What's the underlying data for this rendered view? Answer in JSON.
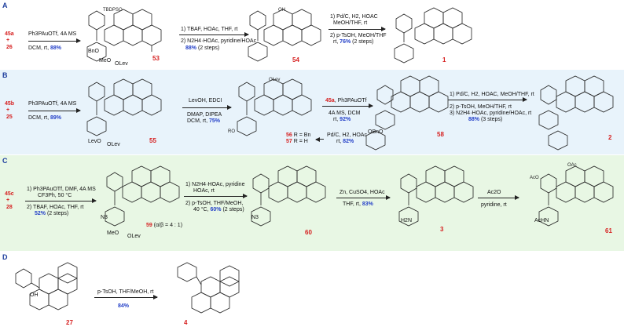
{
  "panels": [
    {
      "letter": "A",
      "bg": "#ffffff"
    },
    {
      "letter": "B",
      "bg": "#e8f3fb"
    },
    {
      "letter": "C",
      "bg": "#e8f7e4"
    },
    {
      "letter": "D",
      "bg": "#ffffff"
    }
  ],
  "A": {
    "start": "45a",
    "plus": "+",
    "start2": "26",
    "cond1_line1": "Ph3PAuOTf, 4A MS",
    "cond1_line2_pre": "DCM, rt, ",
    "cond1_yield": "88%",
    "cpd53": "53",
    "tbdpso": "TBDPSO",
    "step2_l1": "1) TBAF, HOAc, THF, rt",
    "step2_l2": "2) N2H4·HOAc, pyridine/HOAc",
    "step2_yield": "88%",
    "step2_tail": " (2 steps)",
    "cpd54": "54",
    "step3_l1": "1) Pd/C, H2, HOAC",
    "step3_l2": "MeOH/THF, rt",
    "step3_l3": "2) p-TsOH, MeOH/THF",
    "step3_l4_pre": "rt, ",
    "step3_yield": "76%",
    "step3_tail": " (2 steps)",
    "cpd1": "1",
    "sub_bno": "BnO",
    "sub_meo": "MeO",
    "sub_olev": "OLev",
    "sub_oh": "OH"
  },
  "B": {
    "start": "45b",
    "plus": "+",
    "start2": "25",
    "cond1_line1": "Ph3PAuOTf, 4A MS",
    "cond1_line2_pre": "DCM, rt, ",
    "cond1_yield": "89%",
    "cpd55": "55",
    "step2_l1": "LevOH, EDCI",
    "step2_l2": "DMAP, DIPEA",
    "step2_l3_pre": "DCM, rt, ",
    "step2_yield": "75%",
    "cpd56_label": "56",
    "cpd56_text": " R = Bn",
    "cpd57_label": "57",
    "cpd57_text": " R = H",
    "hydro_l1": "Pd/C, H2, HOAc",
    "hydro_l2_pre": "rt, ",
    "hydro_yield": "82%",
    "step3_l1_label": "45a",
    "step3_l1_tail": ", Ph3PAuOTf",
    "step3_l2": "4A MS, DCM",
    "step3_l3_pre": "rt, ",
    "step3_yield": "92%",
    "cpd58": "58",
    "step4_l1": "1) Pd/C, H2, HOAC, MeOH/THF, rt",
    "step4_l2": "2) p-TsOH, MeOH/THF, rt",
    "step4_l3": "3) N2H4·HOAc, pyridine/HOAc, rt",
    "step4_yield": "88%",
    "step4_tail": " (3 steps)",
    "cpd2": "2",
    "sub_levo": "LevO",
    "sub_olev": "OLev",
    "sub_ro": "RO",
    "sub_obno": "OBnO",
    "sub_olev_top": "OLev"
  },
  "C": {
    "start": "45c",
    "plus": "+",
    "start2": "28",
    "step1_l1": "1) Ph3PAuOTf, DMF, 4A MS",
    "step1_l2": "CF3Ph, 50 °C",
    "step1_l3": "2) TBAF, HOAc, THF, rt",
    "step1_yield": "52%",
    "step1_tail": " (2 steps)",
    "cpd59": "59",
    "cpd59_ratio": " (α/β = 4 : 1)",
    "step2_l1": "1) N2H4·HOAc, pyridine",
    "step2_l2": "HOAc, rt",
    "step2_l3": "2) p-TsOH, THF/MeOH,",
    "step2_l4_pre": "40 °C, ",
    "step2_yield": "60%",
    "step2_tail": " (2 steps)",
    "cpd60": "60",
    "step3_l1": "Zn, CuSO4, HOAc",
    "step3_l2_pre": "THF, rt, ",
    "step3_yield": "83%",
    "cpd3": "3",
    "step4_l1": "Ac2O",
    "step4_l2": "pyridine, rt",
    "cpd61": "61",
    "sub_n3": "N3",
    "sub_meo": "MeO",
    "sub_olev": "OLev",
    "sub_h2n": "H2N",
    "sub_achn": "AcHN",
    "sub_oac": "OAc",
    "sub_aco": "AcO"
  },
  "D": {
    "cpd27": "27",
    "cond_l1": "p-TsOH, THF/MeOH, rt",
    "cond_yield": "84%",
    "cpd4": "4",
    "sub_oh": "OH"
  }
}
